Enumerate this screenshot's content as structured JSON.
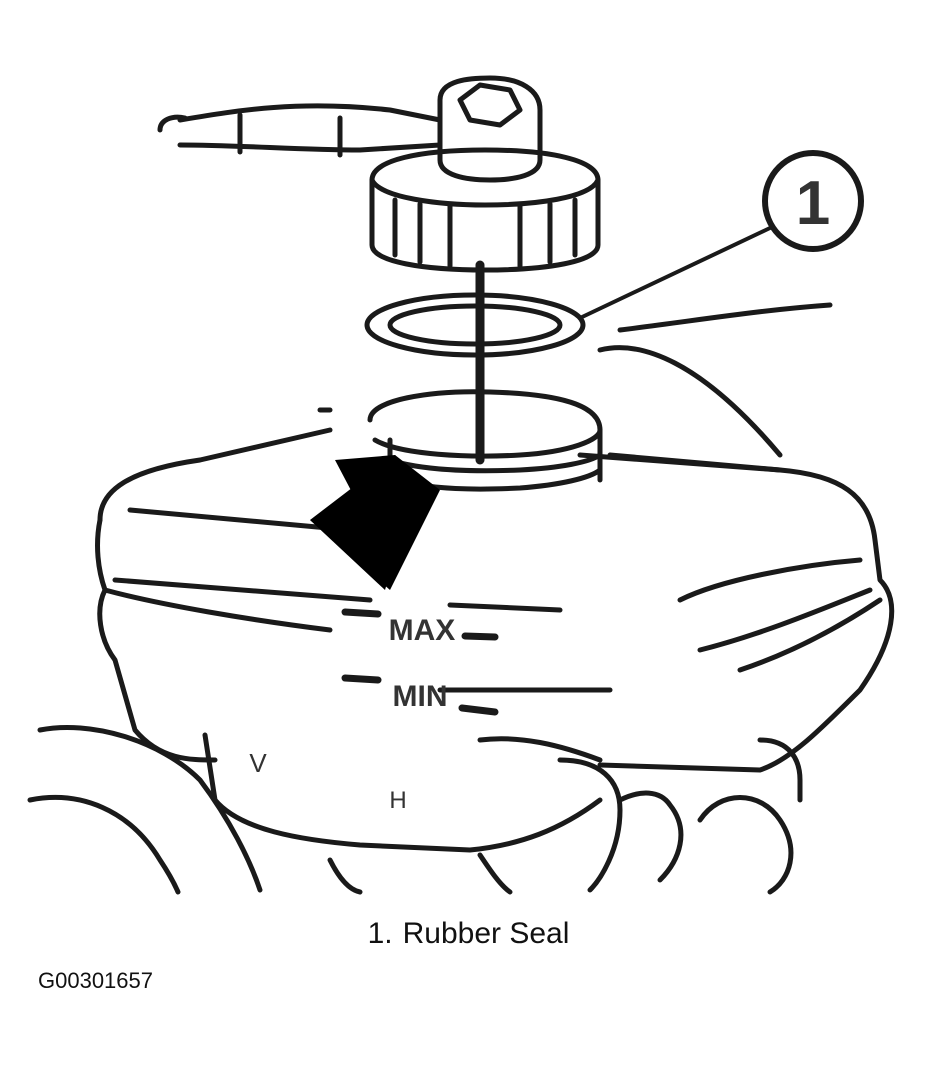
{
  "callout": {
    "number": "1"
  },
  "markings": {
    "max": "MAX",
    "min": "MIN",
    "v": "V",
    "h": "H"
  },
  "caption": {
    "number": "1.",
    "text": "Rubber Seal"
  },
  "figure_id": "G00301657"
}
